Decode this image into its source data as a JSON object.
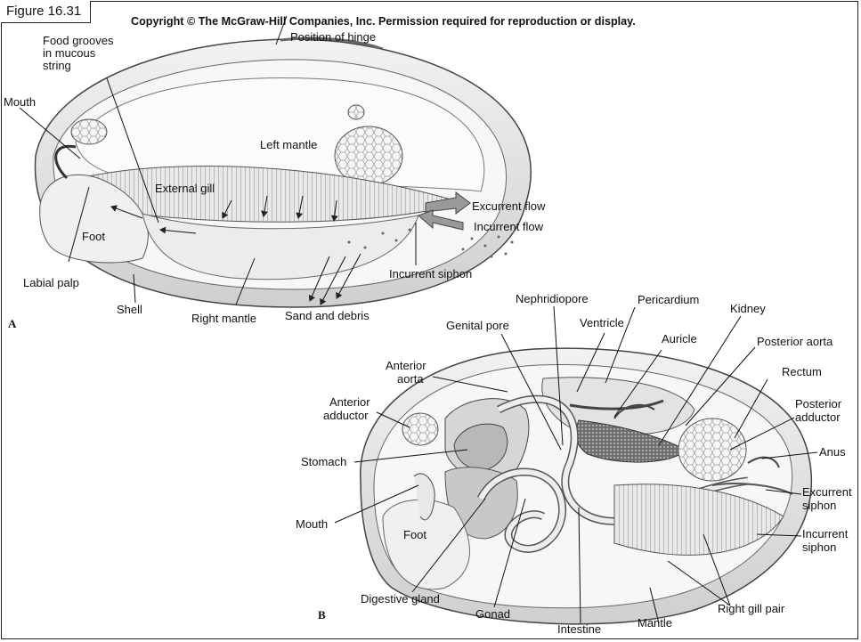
{
  "figure_label": "Figure 16.31",
  "copyright": "Copyright © The McGraw-Hill Companies, Inc. Permission required for reproduction or display.",
  "panel_a": {
    "letter": "A",
    "labels": {
      "food_grooves": [
        "Food grooves",
        "in mucous",
        "string"
      ],
      "position_of_hinge": "Position of hinge",
      "mouth": "Mouth",
      "left_mantle": "Left mantle",
      "external_gill": "External gill",
      "excurrent_flow": "Excurrent flow",
      "incurrent_flow": "Incurrent flow",
      "foot": "Foot",
      "labial_palp": "Labial palp",
      "incurrent_siphon": "Incurrent siphon",
      "shell": "Shell",
      "right_mantle": "Right mantle",
      "sand_and_debris": "Sand and debris"
    }
  },
  "panel_b": {
    "letter": "B",
    "labels": {
      "nephridiopore": "Nephridiopore",
      "pericardium": "Pericardium",
      "kidney": "Kidney",
      "ventricle": "Ventricle",
      "genital_pore": "Genital pore",
      "auricle": "Auricle",
      "posterior_aorta": "Posterior aorta",
      "anterior_aorta": [
        "Anterior",
        "aorta"
      ],
      "rectum": "Rectum",
      "anterior_adductor": [
        "Anterior",
        "adductor"
      ],
      "posterior_adductor": [
        "Posterior",
        "adductor"
      ],
      "anus": "Anus",
      "stomach": "Stomach",
      "excurrent_siphon": [
        "Excurrent",
        "siphon"
      ],
      "mouth": "Mouth",
      "foot": "Foot",
      "incurrent_siphon": [
        "Incurrent",
        "siphon"
      ],
      "digestive_gland": "Digestive gland",
      "right_gill_pair": "Right gill pair",
      "gonad": "Gonad",
      "mantle": "Mantle",
      "intestine": "Intestine"
    }
  }
}
